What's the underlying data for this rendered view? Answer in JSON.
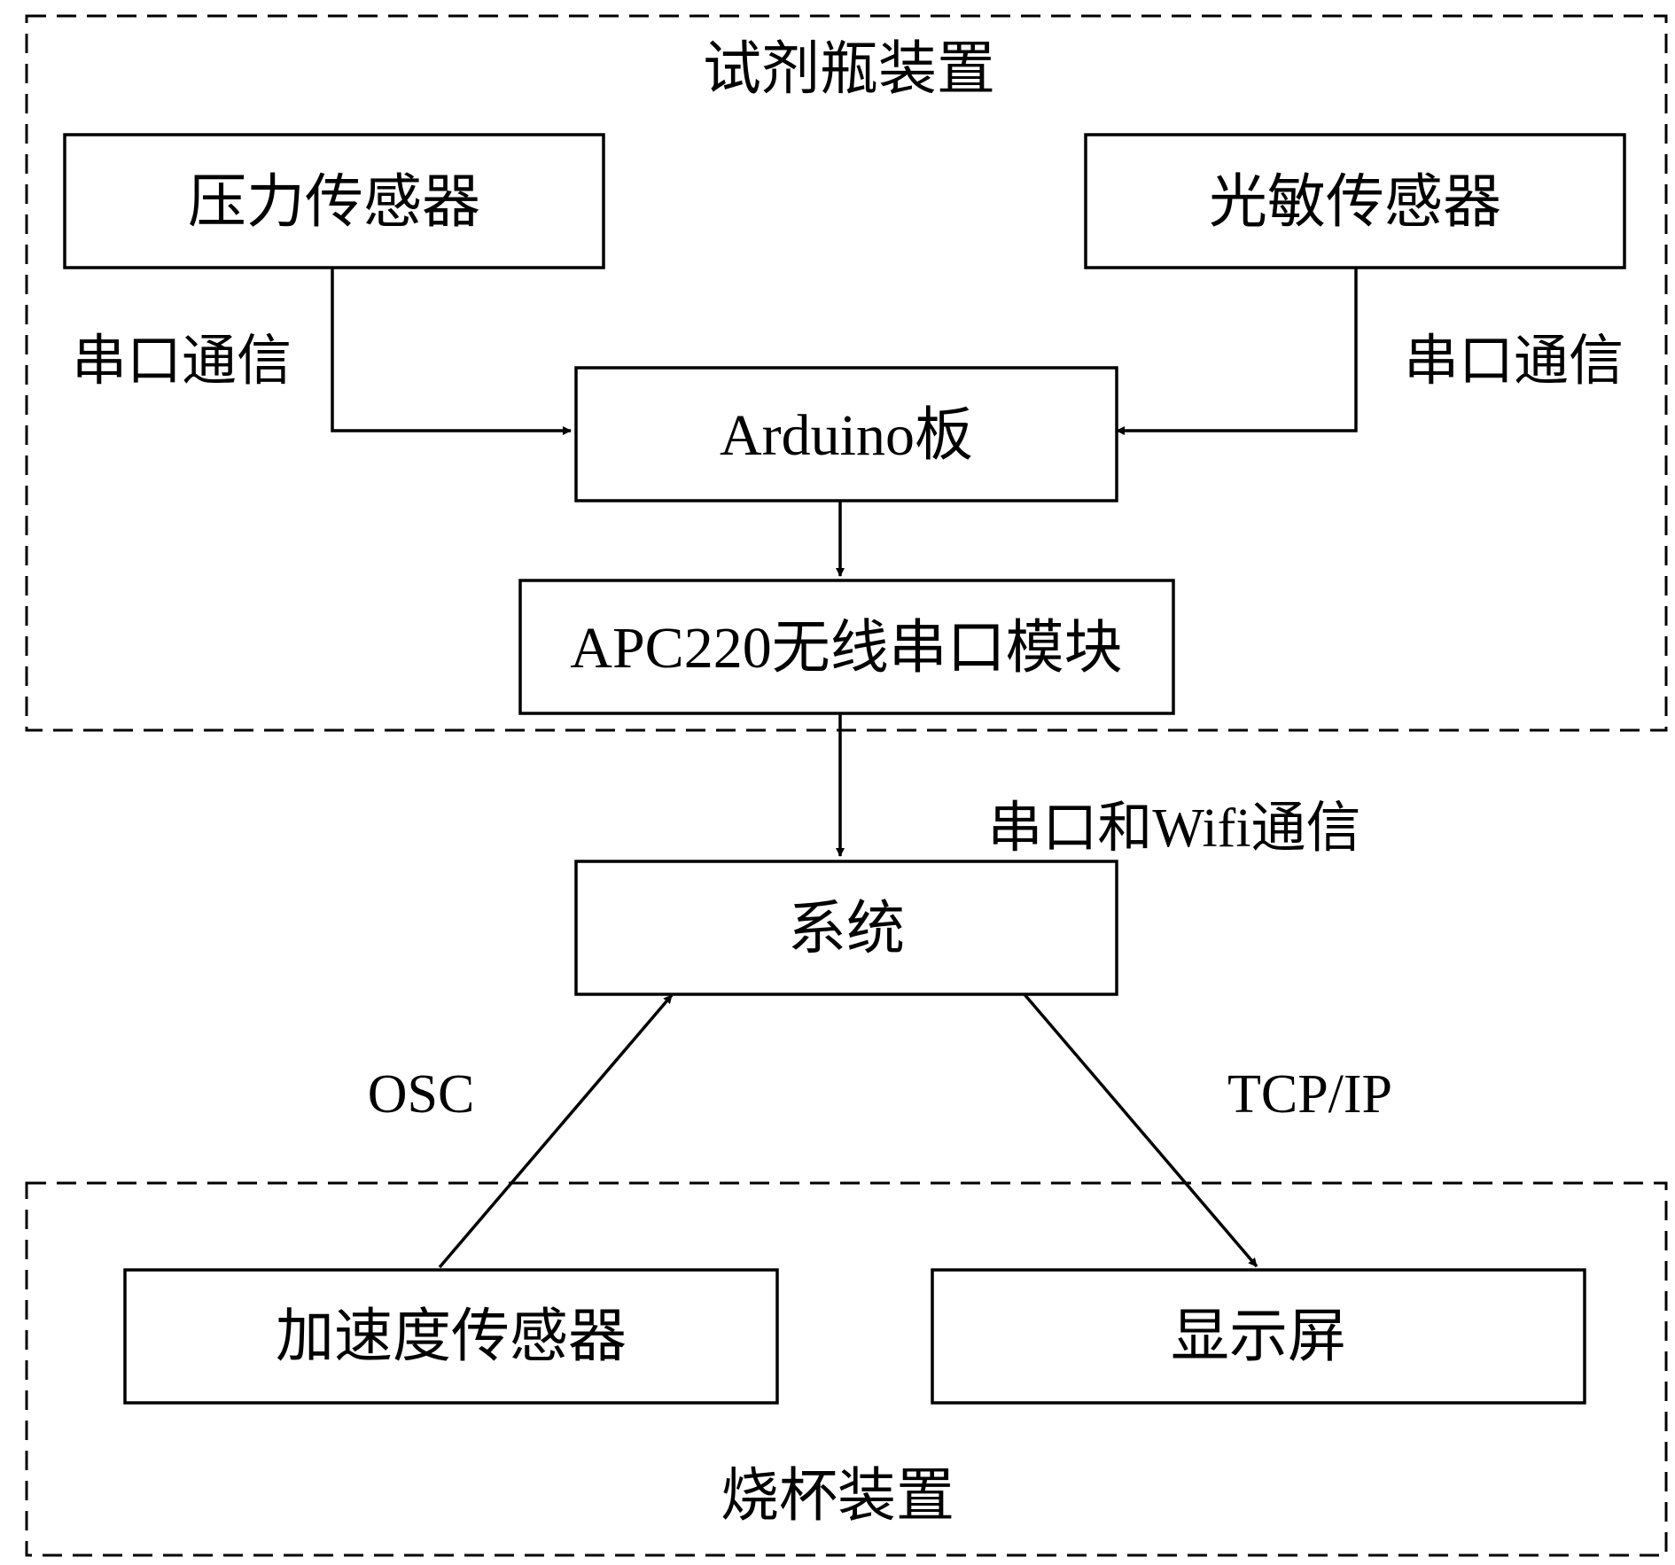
{
  "groups": {
    "reagent_bottle": {
      "title": "试剂瓶装置"
    },
    "beaker": {
      "title": "烧杯装置"
    }
  },
  "nodes": {
    "pressure_sensor": {
      "label": "压力传感器"
    },
    "light_sensor": {
      "label": "光敏传感器"
    },
    "arduino": {
      "label": "Arduino板"
    },
    "apc220": {
      "label": "APC220无线串口模块"
    },
    "system": {
      "label": "系统"
    },
    "accel_sensor": {
      "label": "加速度传感器"
    },
    "display": {
      "label": "显示屏"
    }
  },
  "edges": {
    "pressure_to_arduino": {
      "label": "串口通信"
    },
    "light_to_arduino": {
      "label": "串口通信"
    },
    "apc_to_system": {
      "label": "串口和Wifi通信"
    },
    "accel_to_system": {
      "label": "OSC"
    },
    "system_to_display": {
      "label": "TCP/IP"
    }
  },
  "colors": {
    "stroke": "#000000",
    "background": "#ffffff"
  }
}
